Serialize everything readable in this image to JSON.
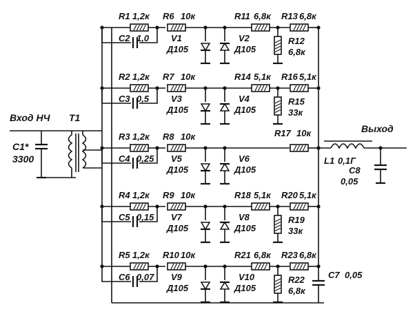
{
  "input": {
    "label": "Вход НЧ"
  },
  "output": {
    "label": "Выход"
  },
  "transformer": {
    "name": "T1"
  },
  "input_cap": {
    "name": "C1*",
    "value": "3300"
  },
  "choke": {
    "name": "L1",
    "value": "0,1Г"
  },
  "out_cap": {
    "name": "C8",
    "value": "0,05"
  },
  "c7": {
    "name": "C7",
    "value": "0,05"
  },
  "r17": {
    "name": "R17",
    "value": "10к"
  },
  "branches": [
    {
      "ra": "R1",
      "ra_v": "1,2к",
      "c": "C2",
      "c_v": "1,0",
      "rb": "R6",
      "rb_v": "10к",
      "vd1": "V1",
      "vd1_t": "Д105",
      "vd2": "V2",
      "vd2_t": "Д105",
      "rc": "R11",
      "rc_v": "6,8к",
      "rd": "R13",
      "rd_v": "6,8к",
      "rs": "R12",
      "rs_v": "6,8к"
    },
    {
      "ra": "R2",
      "ra_v": "1,2к",
      "c": "C3",
      "c_v": "0,5",
      "rb": "R7",
      "rb_v": "10к",
      "vd1": "V3",
      "vd1_t": "Д105",
      "vd2": "V4",
      "vd2_t": "Д105",
      "rc": "R14",
      "rc_v": "5,1к",
      "rd": "R16",
      "rd_v": "5,1к",
      "rs": "R15",
      "rs_v": "33к"
    },
    {
      "ra": "R3",
      "ra_v": "1,2к",
      "c": "C4",
      "c_v": "0,25",
      "rb": "R8",
      "rb_v": "10к",
      "vd1": "V5",
      "vd1_t": "Д105",
      "vd2": "V6",
      "vd2_t": "Д105"
    },
    {
      "ra": "R4",
      "ra_v": "1,2к",
      "c": "C5",
      "c_v": "0,15",
      "rb": "R9",
      "rb_v": "10к",
      "vd1": "V7",
      "vd1_t": "Д105",
      "vd2": "V8",
      "vd2_t": "Д105",
      "rc": "R18",
      "rc_v": "5,1к",
      "rd": "R20",
      "rd_v": "5,1к",
      "rs": "R19",
      "rs_v": "33к"
    },
    {
      "ra": "R5",
      "ra_v": "1,2к",
      "c": "C6",
      "c_v": "0,07",
      "rb": "R10",
      "rb_v": "10к",
      "vd1": "V9",
      "vd1_t": "Д105",
      "vd2": "V10",
      "vd2_t": "Д105",
      "rc": "R21",
      "rc_v": "6,8к",
      "rd": "R23",
      "rd_v": "6,8к",
      "rs": "R22",
      "rs_v": "6,8к"
    }
  ]
}
